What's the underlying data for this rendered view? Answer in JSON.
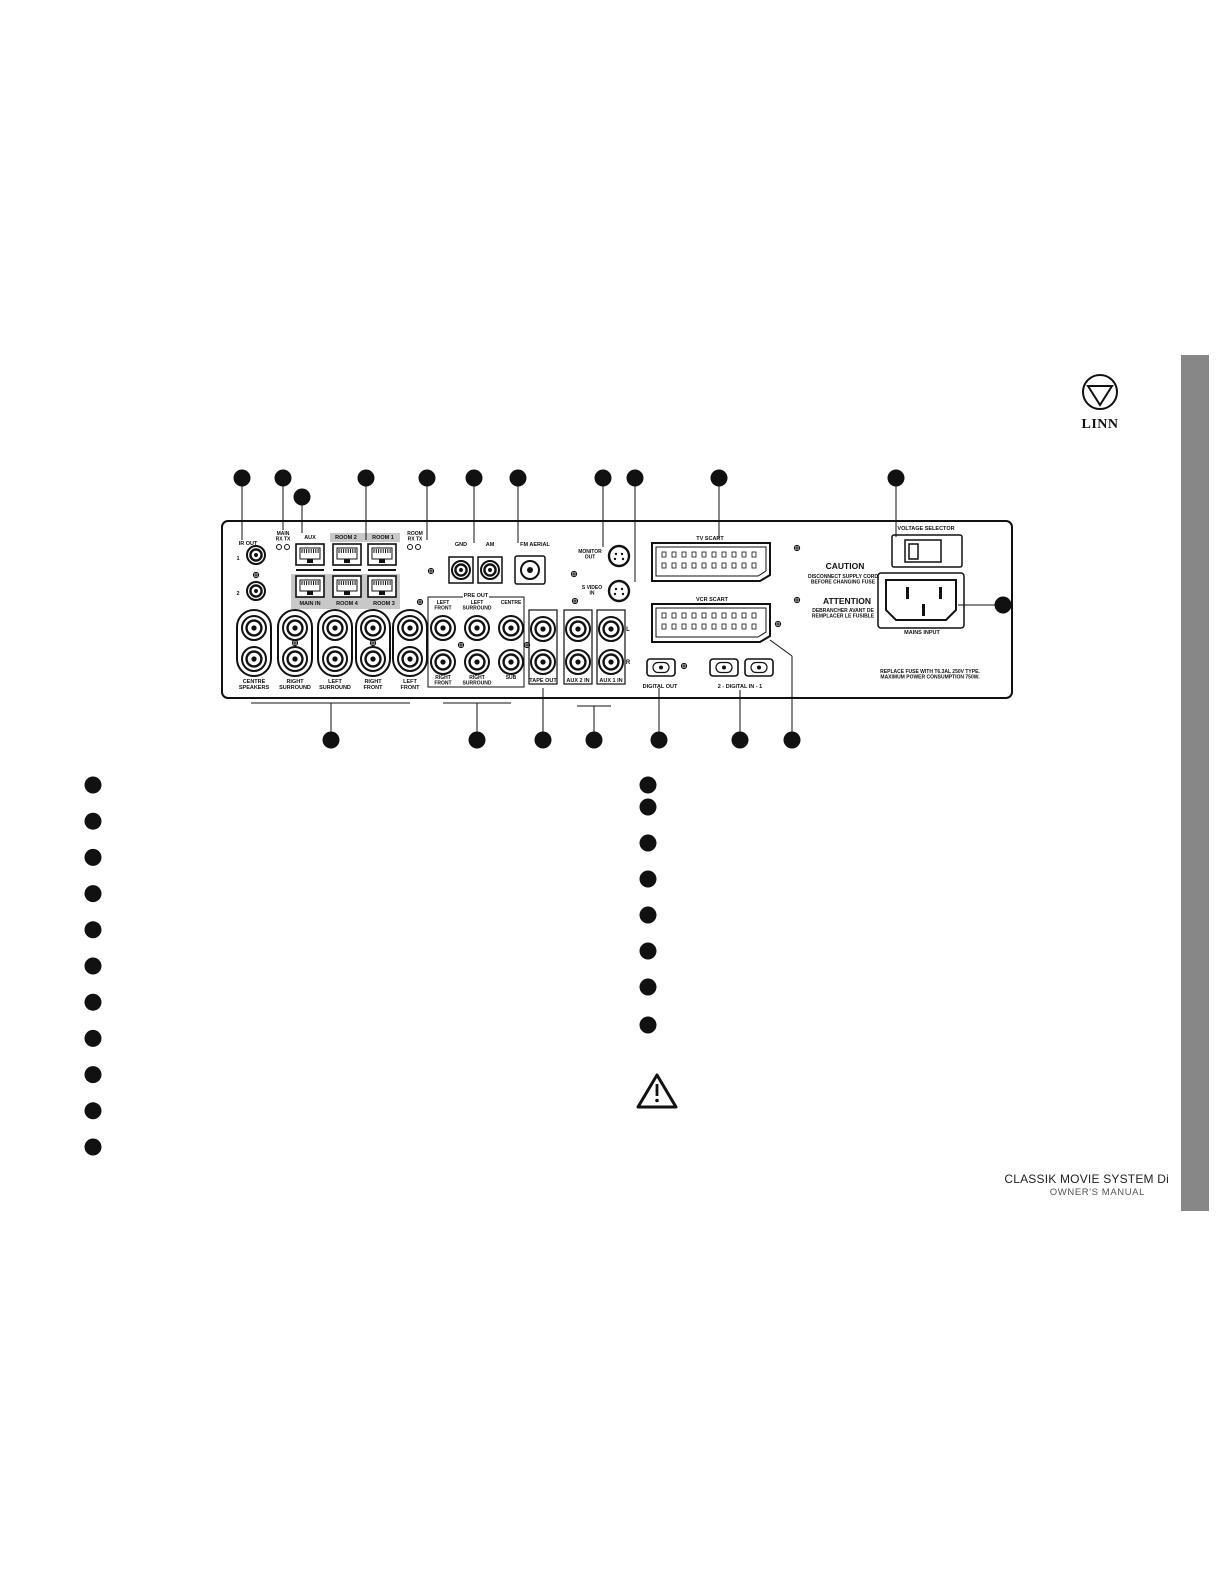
{
  "brand": {
    "name": "LINN",
    "logo_icon": "linn-triangle-logo-icon"
  },
  "footer": {
    "product": "CLASSIK MOVIE SYSTEM Di",
    "manual": "OWNER'S MANUAL"
  },
  "rear_panel": {
    "ir_out": "IR OUT",
    "ir_out_1": "1",
    "ir_out_2": "2",
    "main_rx_tx": "MAIN\nRX TX",
    "room_rx_tx": "ROOM\nRX TX",
    "aux": "AUX",
    "room2": "ROOM 2",
    "room1": "ROOM 1",
    "main_in": "MAIN IN",
    "room4": "ROOM 4",
    "room3": "ROOM 3",
    "gnd": "GND",
    "am": "AM",
    "fm_aerial": "FM AERIAL",
    "monitor_out": "MONITOR\nOUT",
    "s_video_in": "S VIDEO\nIN",
    "tv_scart": "TV SCART",
    "vcr_scart": "VCR SCART",
    "voltage_selector": "VOLTAGE SELECTOR",
    "caution_title": "CAUTION",
    "caution_text": "DISCONNECT SUPPLY CORD\nBEFORE CHANGING FUSE",
    "attention_title": "ATTENTION",
    "attention_text": "DEBRANCHER AVANT DE\nREMPLACER LE FUSIBLE",
    "mains_input": "MAINS INPUT",
    "fuse_text": "REPLACE FUSE WITH T6.3AL 250V TYPE.\nMAXIMUM POWER CONSUMPTION 750W.",
    "speakers": [
      "CENTRE\nSPEAKERS",
      "RIGHT\nSURROUND",
      "LEFT\nSURROUND",
      "RIGHT\nFRONT",
      "LEFT\nFRONT"
    ],
    "pre_out": "PRE OUT",
    "pre_out_top": [
      "LEFT\nFRONT",
      "LEFT\nSURROUND",
      "CENTRE"
    ],
    "pre_out_bottom": [
      "RIGHT\nFRONT",
      "RIGHT\nSURROUND",
      "SUB"
    ],
    "tape_out": "TAPE OUT",
    "aux2_in": "AUX 2 IN",
    "aux1_in": "AUX 1 IN",
    "channel_l": "L",
    "channel_r": "R",
    "digital_out": "DIGITAL OUT",
    "digital_in": "2 - DIGITAL IN - 1"
  },
  "icons": {
    "warning": "warning-triangle-icon",
    "callout": "callout-marker-icon"
  }
}
